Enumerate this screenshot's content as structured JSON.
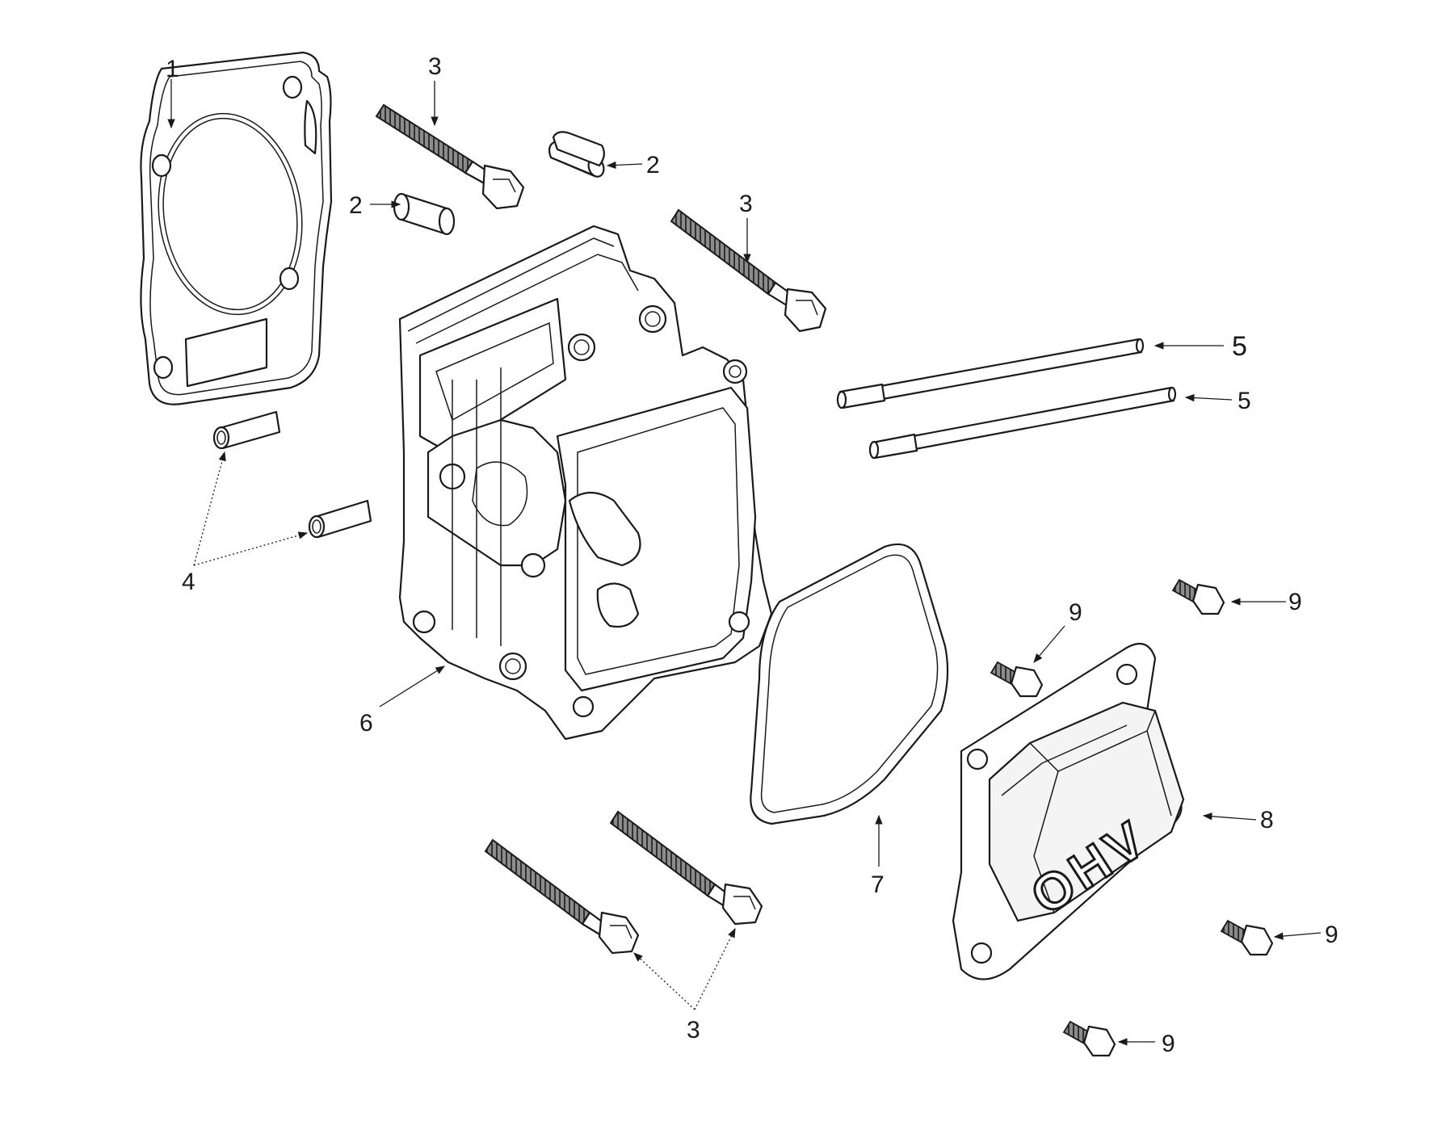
{
  "callouts": {
    "c1": "1",
    "c2a": "2",
    "c2b": "2",
    "c3a": "3",
    "c3b": "3",
    "c3c": "3",
    "c4": "4",
    "c5a": "5",
    "c5b": "5",
    "c6": "6",
    "c7": "7",
    "c8": "8",
    "c9a": "9",
    "c9b": "9",
    "c9c": "9",
    "c9d": "9"
  },
  "cover_text": "OHV",
  "colors": {
    "line": "#1a1a1a",
    "background": "#ffffff",
    "thread": "#9a9a9a"
  }
}
